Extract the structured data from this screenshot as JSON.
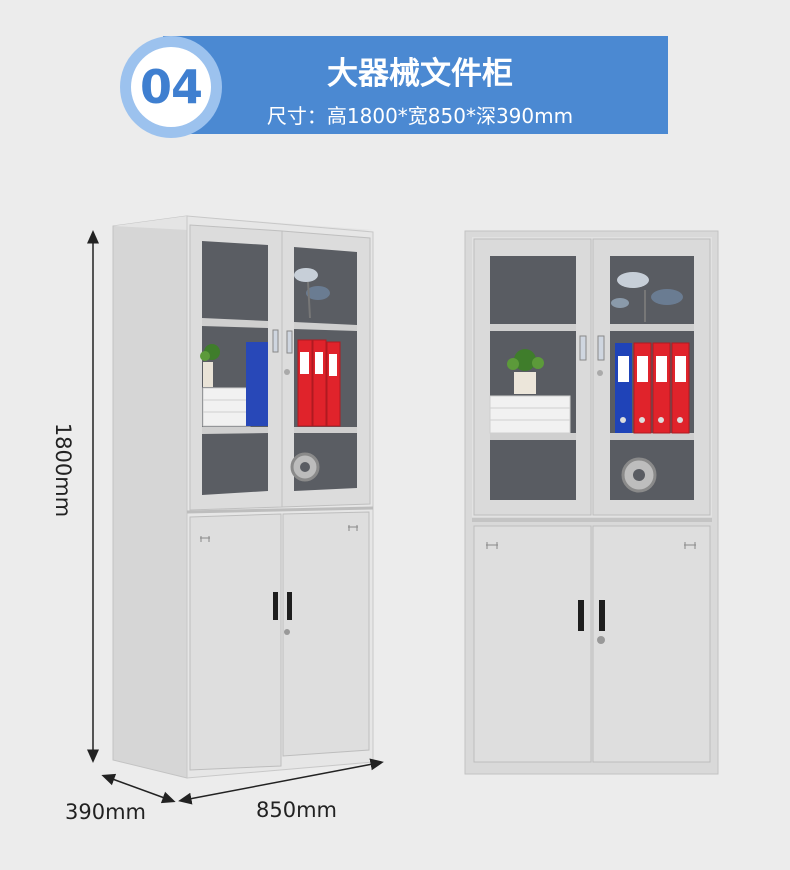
{
  "header": {
    "number": "04",
    "title": "大器械文件柜",
    "spec": "尺寸：高1800*宽850*深390mm"
  },
  "dimensions": {
    "height": "1800mm",
    "depth": "390mm",
    "width": "850mm"
  },
  "colors": {
    "banner": "#4b89d2",
    "badge_ring": "#9cc2ee",
    "cabinet": "#d8d8d8",
    "binder_red": "#e0232b",
    "binder_blue": "#1f43b8"
  }
}
